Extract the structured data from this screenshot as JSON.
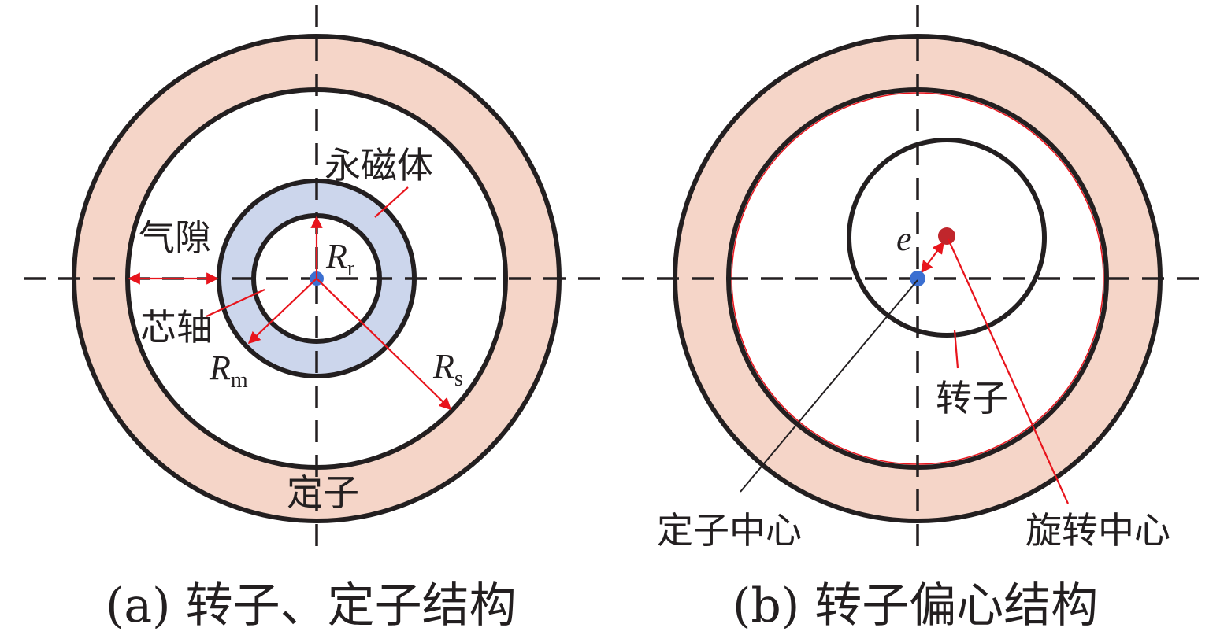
{
  "colors": {
    "stator_fill": "#f5d5c8",
    "magnet_fill": "#ccd6ec",
    "outline": "#231f20",
    "annotation_red": "#e8141c",
    "stator_center_dot": "#3b6fd1",
    "rotation_center_dot": "#c0262c"
  },
  "panel_a": {
    "label_magnet": "永磁体",
    "label_airgap": "气隙",
    "label_core": "芯轴",
    "label_stator": "定子",
    "radius_rotor_symbol": "R",
    "radius_rotor_sub": "r",
    "radius_magnet_symbol": "R",
    "radius_magnet_sub": "m",
    "radius_stator_symbol": "R",
    "radius_stator_sub": "s",
    "caption": "(a) 转子、定子结构"
  },
  "panel_b": {
    "eccentricity_symbol": "e",
    "label_rotor": "转子",
    "label_stator_center": "定子中心",
    "label_rotation_center": "旋转中心",
    "caption": "(b) 转子偏心结构"
  }
}
